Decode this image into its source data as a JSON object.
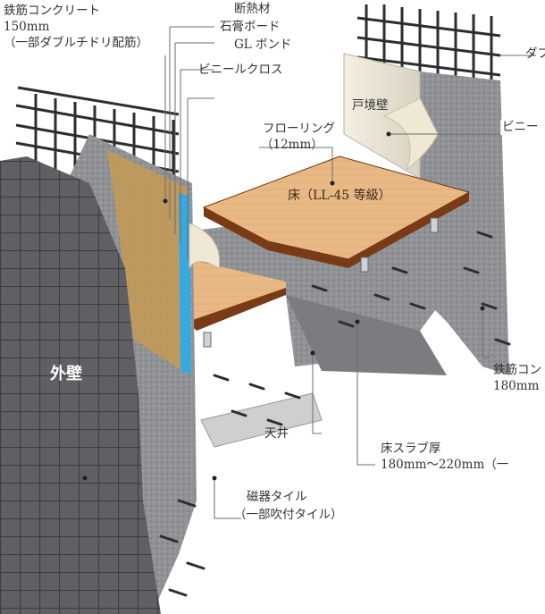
{
  "labels": {
    "rc_outer_1": "鉄筋コンクリート",
    "rc_outer_2": "150mm",
    "rc_outer_3": "（一部ダブルチドリ配筋）",
    "insulation": "断熱材",
    "gypsum": "石膏ボード",
    "gl_bond": "GL ボンド",
    "vinyl_cloth": "ビニールクロス",
    "flooring_1": "フローリング",
    "flooring_2": "（12mm）",
    "partition_wall": "戸境壁",
    "vinyl_right": "ビニー",
    "double_right": "ダブ",
    "floor_grade": "床（LL-45 等級）",
    "exterior_wall": "外壁",
    "ceiling": "天井",
    "rc_inner_1": "鉄筋コン",
    "rc_inner_2": "180mm",
    "slab_1": "床スラブ厚",
    "slab_2": "180mm～220mm（一",
    "tile_1": "磁器タイル",
    "tile_2": "（一部吹付タイル）"
  },
  "colors": {
    "concrete": "#8f9194",
    "concrete_dark": "#6f7174",
    "tile": "#5b5d60",
    "wood": "#e6b783",
    "wood_edge": "#7a3a16",
    "insulation_blue": "#36a9e1",
    "leader": "#6d6d6d"
  }
}
